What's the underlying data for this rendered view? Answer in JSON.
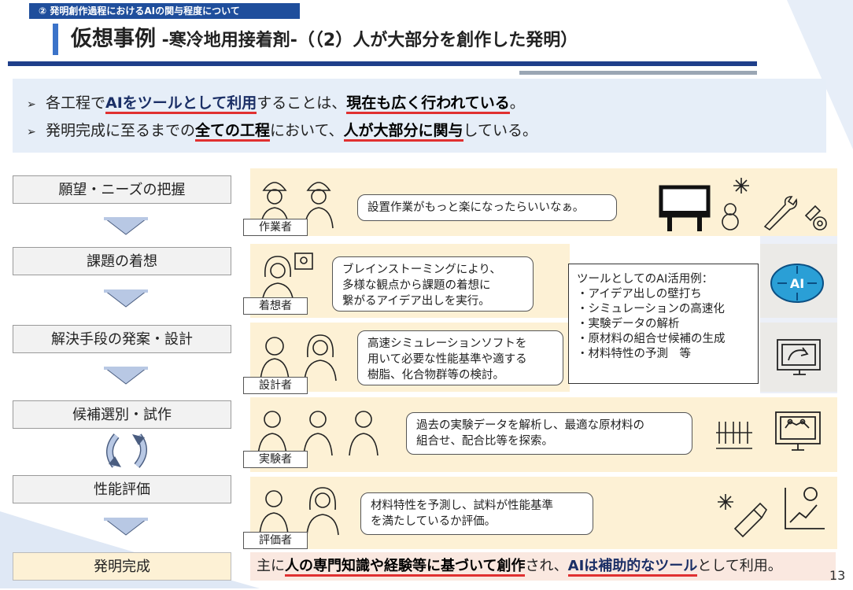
{
  "header": {
    "section_tag": "② 発明創作過程におけるAIの関与程度について",
    "title_main": "仮想事例",
    "title_sub": " -寒冷地用接着剤-（（2）人が大部分を創作した発明）"
  },
  "bullets": [
    {
      "a": "各工程で",
      "b": "AIをツールとして利用",
      "c": "することは、",
      "d": "現在も広く行われている",
      "e": "。"
    },
    {
      "a": "発明完成に至るまでの",
      "b": "全ての工程",
      "c": "において、",
      "d": "人が大部分に関与",
      "e": "している。"
    }
  ],
  "steps": [
    {
      "label": "願望・ニーズの把握",
      "role": "作業者",
      "bubble": "設置作業がもっと楽になったらいいなぁ。"
    },
    {
      "label": "課題の着想",
      "role": "着想者",
      "bubble": "ブレインストーミングにより、多様な観点から課題の着想に繋がるアイデア出しを実行。"
    },
    {
      "label": "解決手段の発案・設計",
      "role": "設計者",
      "bubble": "高速シミュレーションソフトを用いて必要な性能基準や適する樹脂、化合物群等の検討。"
    },
    {
      "label": "候補選別・試作",
      "role": "実験者",
      "bubble": "過去の実験データを解析し、最適な原材料の組合せ、配合比等を探索。"
    },
    {
      "label": "性能評価",
      "role": "評価者",
      "bubble": "材料特性を予測し、試料が性能基準を満たしているか評価。"
    }
  ],
  "final_step": "発明完成",
  "bubble_lines": {
    "s2": [
      "ブレインストーミングにより、",
      "多様な観点から課題の着想に",
      "繋がるアイデア出しを実行。"
    ],
    "s3": [
      "高速シミュレーションソフトを",
      "用いて必要な性能基準や適する",
      "樹脂、化合物群等の検討。"
    ],
    "s4": [
      "過去の実験データを解析し、最適な原材料の",
      "組合せ、配合比等を探索。"
    ],
    "s5": [
      "材料特性を予測し、試料が性能基準",
      "を満たしているか評価。"
    ]
  },
  "tools_box": {
    "title": "ツールとしてのAI活用例：",
    "items": [
      "・アイデア出しの壁打ち",
      "・シミュレーションの高速化",
      "・実験データの解析",
      "・原材料の組合せ候補の生成",
      "・材料特性の予測　等"
    ]
  },
  "summary": {
    "a": "主に",
    "b": "人の専門知識や経験等に基づいて創作",
    "c": "され、",
    "d": "AIは補助的なツール",
    "e": "として利用。"
  },
  "page_number": "13",
  "ai_icon_text": "AI",
  "colors": {
    "accent": "#1f4e9c",
    "underline": "#e03030",
    "band": "#fdf1d5",
    "summary_bg": "#fae8e0"
  }
}
